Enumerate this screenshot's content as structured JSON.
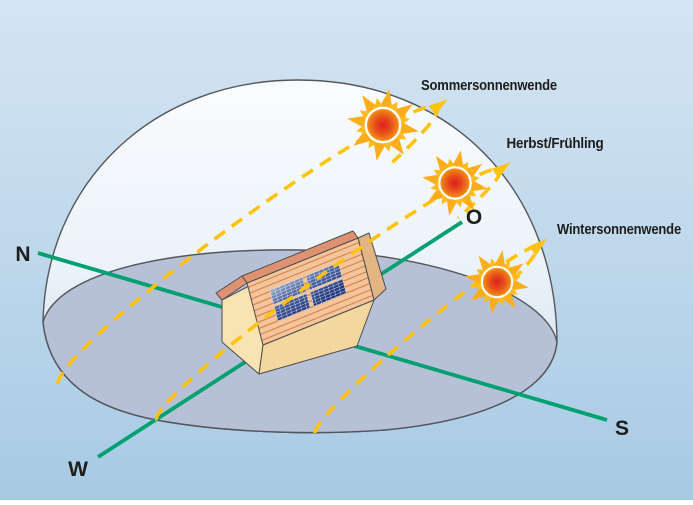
{
  "labels": {
    "summer_solstice": "Sommersonnenwende",
    "equinox": "Herbst/Frühling",
    "winter_solstice": "Wintersonnenwende"
  },
  "compass": {
    "north": "N",
    "east": "O",
    "south": "S",
    "west": "W"
  },
  "colors": {
    "sun_path_yellow": "#FFC30F",
    "compass_line_green": "#00A070",
    "sky_top": "#D2E4F2",
    "sky_bottom": "#A7CAE4",
    "ground_disc": "#B6C1D8",
    "outline_gray": "#55565A",
    "house_wall_light": "#F8E3B2",
    "house_wall_front": "#F4D79E",
    "roof_base": "#F4C49A",
    "roof_stripe": "#D2824E",
    "ridge_salmon": "#DE9272",
    "panel_blue_dark": "#24387E",
    "sun_core_red": "#E0251C",
    "sun_edge_orange": "#F29A19",
    "label_text": "#1D1D1B"
  }
}
